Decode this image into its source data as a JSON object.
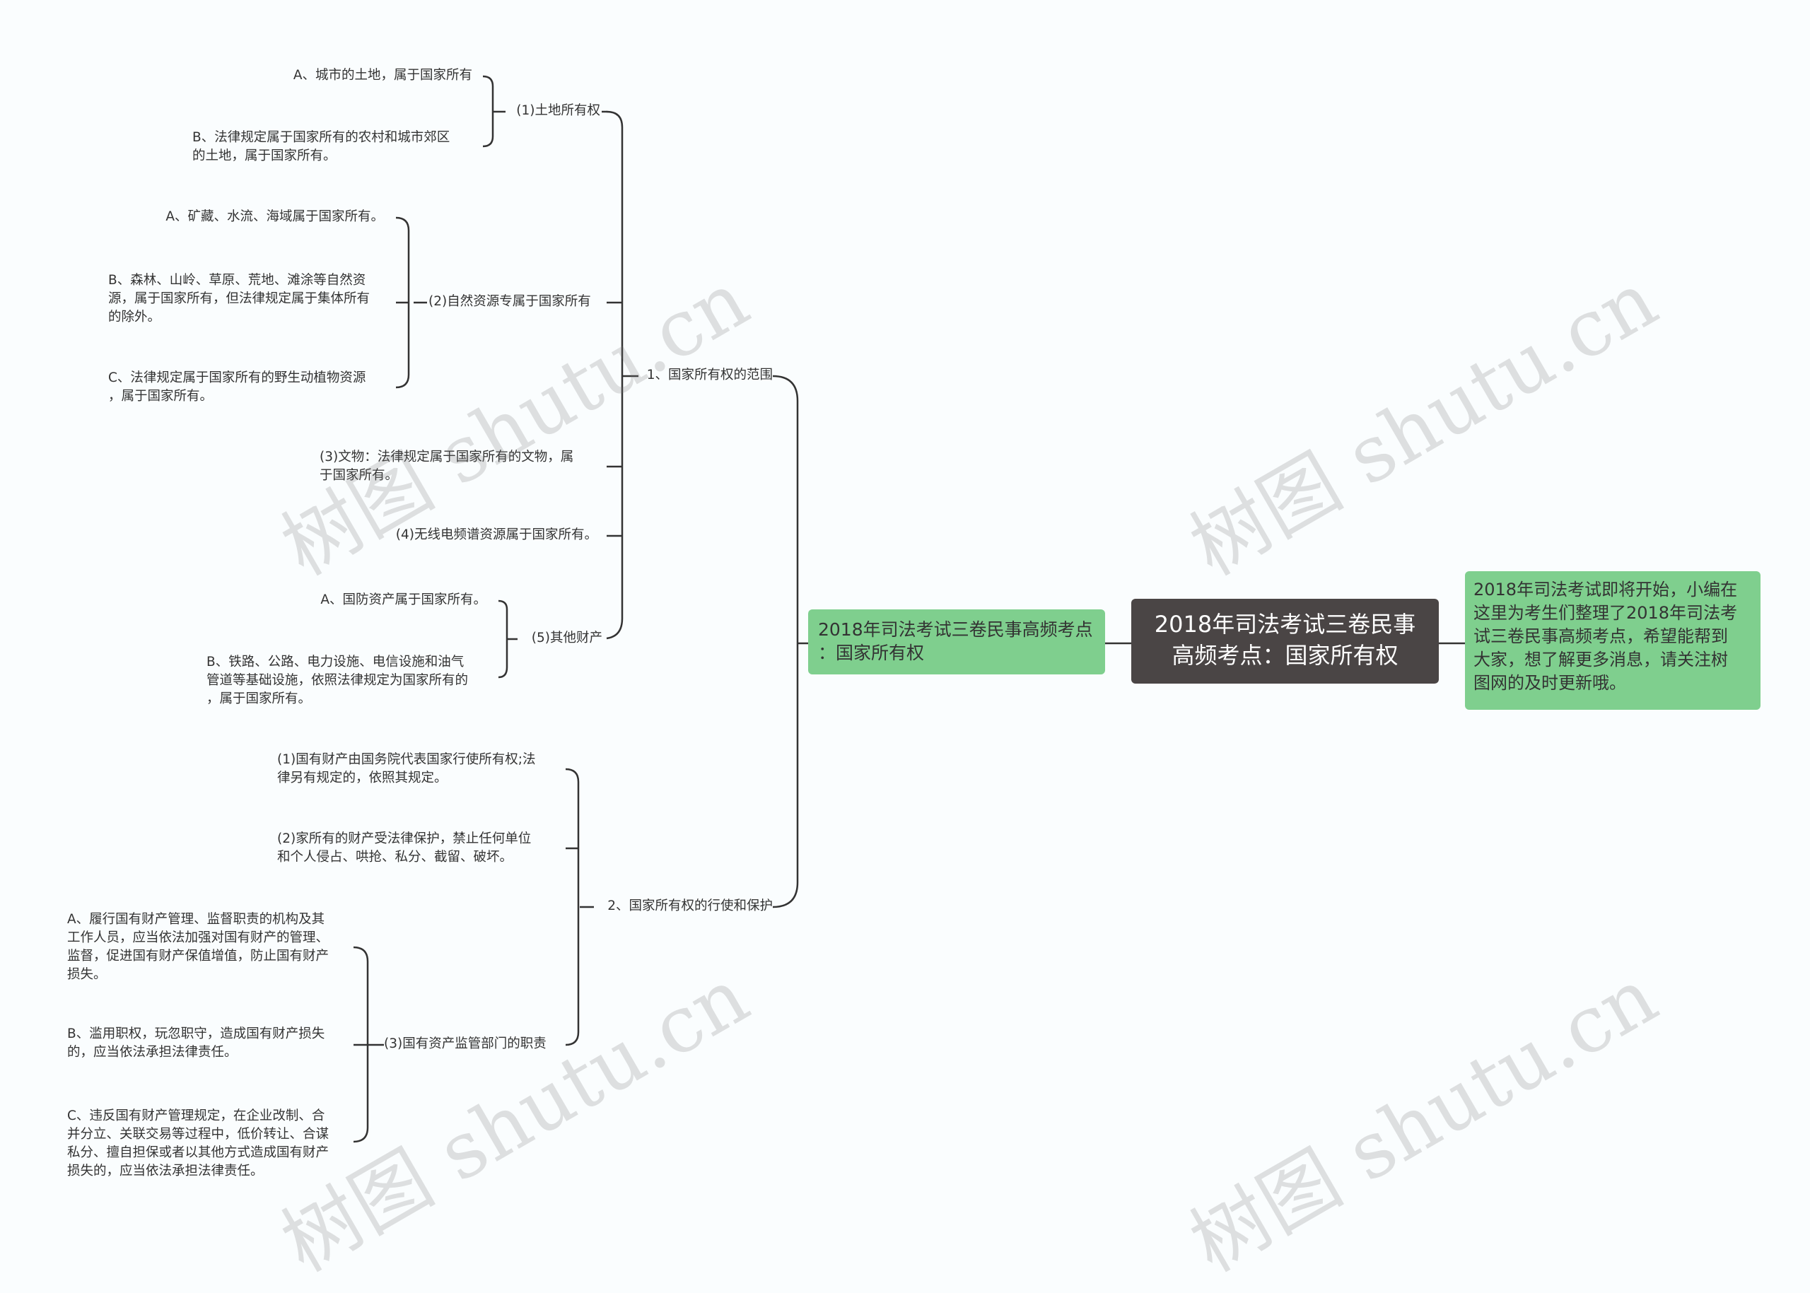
{
  "root": "2018年司法考试三卷民事\n高频考点：国家所有权",
  "subtopic": "2018年司法考试三卷民事高频考点\n：国家所有权",
  "description": "2018年司法考试即将开始，小编在\n这里为考生们整理了2018年司法考\n试三卷民事高频考点，希望能帮到\n大家，想了解更多消息，请关注树\n图网的及时更新哦。",
  "branches": {
    "scope": {
      "label": "1、国家所有权的范围",
      "land": {
        "label": "(1)土地所有权",
        "a": "A、城市的土地，属于国家所有",
        "b": "B、法律规定属于国家所有的农村和城市郊区\n的土地，属于国家所有。"
      },
      "natural": {
        "label": "(2)自然资源专属于国家所有",
        "a": "A、矿藏、水流、海域属于国家所有。",
        "b": "B、森林、山岭、草原、荒地、滩涂等自然资\n源，属于国家所有，但法律规定属于集体所有\n的除外。",
        "c": "C、法律规定属于国家所有的野生动植物资源\n，属于国家所有。"
      },
      "relics": "(3)文物：法律规定属于国家所有的文物，属\n于国家所有。",
      "radio": "(4)无线电频谱资源属于国家所有。",
      "other": {
        "label": "(5)其他财产",
        "a": "A、国防资产属于国家所有。",
        "b": "B、铁路、公路、电力设施、电信设施和油气\n管道等基础设施，依照法律规定为国家所有的\n，属于国家所有。"
      }
    },
    "exercise": {
      "label": "2、国家所有权的行使和保护",
      "p1": "(1)国有财产由国务院代表国家行使所有权;法\n律另有规定的，依照其规定。",
      "p2": "(2)家所有的财产受法律保护，禁止任何单位\n和个人侵占、哄抢、私分、截留、破坏。",
      "p3": {
        "label": "(3)国有资产监管部门的职责",
        "a": "A、履行国有财产管理、监督职责的机构及其\n工作人员，应当依法加强对国有财产的管理、\n监督，促进国有财产保值增值，防止国有财产\n损失。",
        "b": "B、滥用职权，玩忽职守，造成国有财产损失\n的，应当依法承担法律责任。",
        "c": "C、违反国有财产管理规定，在企业改制、合\n并分立、关联交易等过程中，低价转让、合谋\n私分、擅自担保或者以其他方式造成国有财产\n损失的，应当依法承担法律责任。"
      }
    }
  },
  "watermark": "树图 shutu.cn",
  "colors": {
    "root": "#4a4545",
    "green": "#7fcf8e",
    "line": "#333333"
  }
}
